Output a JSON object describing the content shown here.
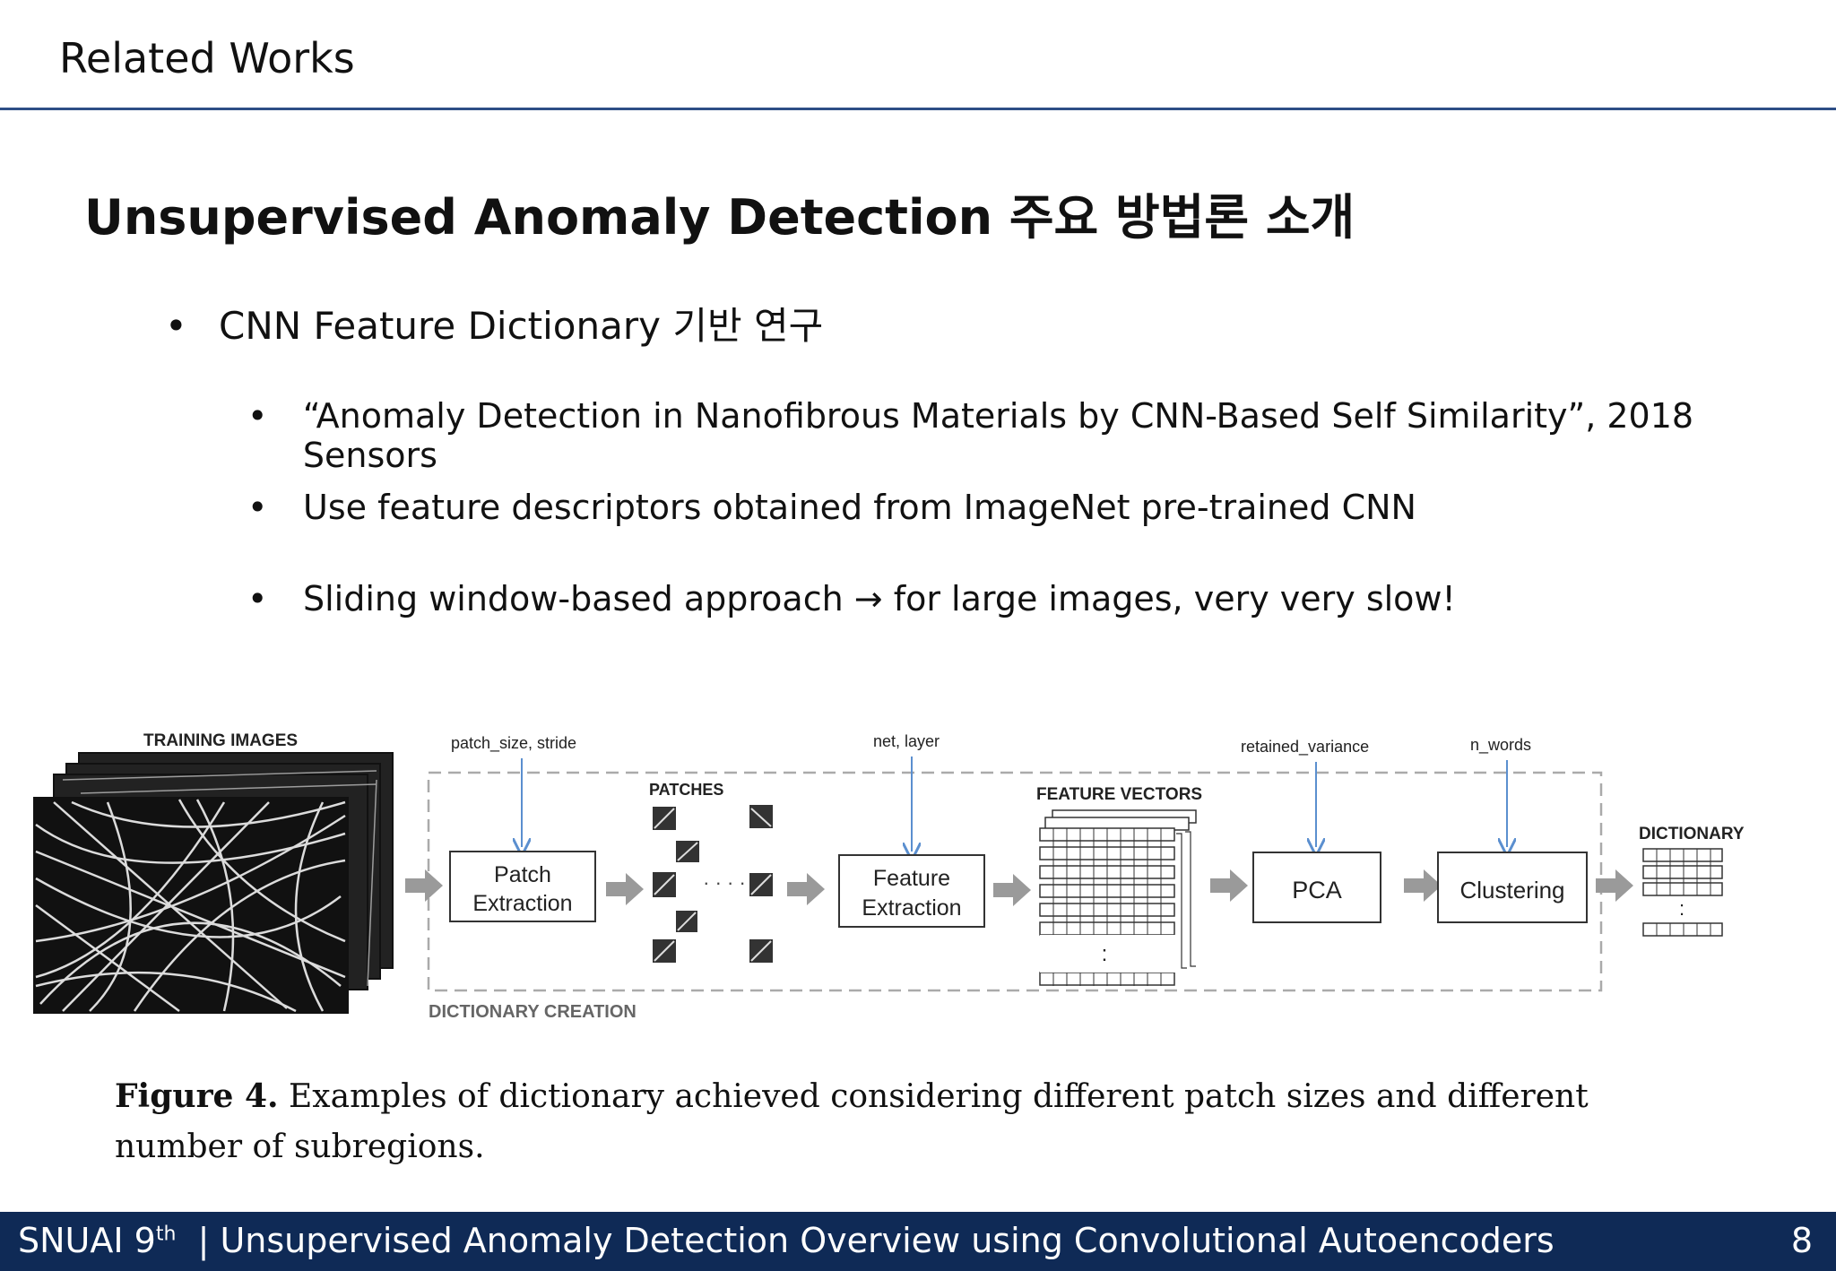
{
  "header": {
    "section_title": "Related Works"
  },
  "main": {
    "title": "Unsupervised Anomaly Detection 주요 방법론 소개",
    "bullets": [
      {
        "text": "CNN Feature Dictionary 기반 연구",
        "sub": [
          "“Anomaly Detection in Nanofibrous Materials by CNN-Based Self Similarity”, 2018 Sensors",
          "Use feature descriptors obtained from ImageNet pre-trained CNN",
          "Sliding window-based approach → for large images, very very slow!"
        ]
      }
    ]
  },
  "figure": {
    "training_images_label": "TRAINING IMAGES",
    "patch_param": "patch_size, stride",
    "net_param": "net, layer",
    "variance_param": "retained_variance",
    "words_param": "n_words",
    "patches_label": "PATCHES",
    "feature_vectors_label": "FEATURE VECTORS",
    "dictionary_label": "DICTIONARY",
    "creation_label": "DICTIONARY CREATION",
    "patch_box": [
      "Patch",
      "Extraction"
    ],
    "feature_box": [
      "Feature",
      "Extraction"
    ],
    "pca_box": "PCA",
    "clustering_box": "Clustering",
    "ellipsis": "· · · ·",
    "colon": ":",
    "caption_label": "Figure 4.",
    "caption_text": " Examples of dictionary achieved considering different patch sizes and different number of subregions."
  },
  "footer": {
    "org": "SNUAI 9",
    "org_sup": "th",
    "title": "  | Unsupervised Anomaly Detection Overview using Convolutional Autoencoders",
    "page": "8"
  },
  "colors": {
    "header_rule": "#2e4e86",
    "footer_bg": "#0f2a56",
    "arrow_gray": "#9a9a9a"
  }
}
